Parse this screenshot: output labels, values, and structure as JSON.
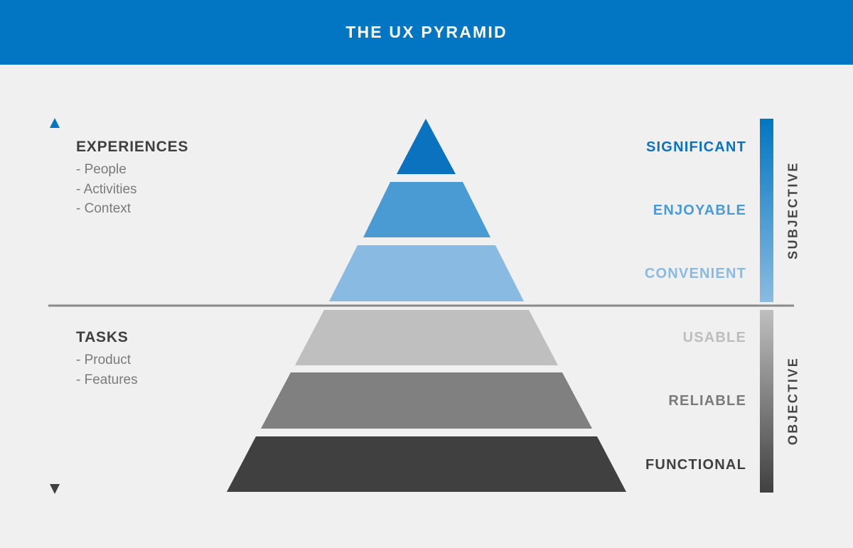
{
  "header": {
    "title": "THE UX PYRAMID"
  },
  "left": {
    "experiences": {
      "title": "EXPERIENCES",
      "items": [
        "People",
        "Activities",
        "Context"
      ]
    },
    "tasks": {
      "title": "TASKS",
      "items": [
        "Product",
        "Features"
      ]
    }
  },
  "levels": [
    {
      "label": "SIGNIFICANT",
      "color": "#0a72be",
      "text_color": "#0a72be"
    },
    {
      "label": "ENJOYABLE",
      "color": "#4a9ad4",
      "text_color": "#4a9ad4"
    },
    {
      "label": "CONVENIENT",
      "color": "#89bbe2",
      "text_color": "#89bbe2"
    },
    {
      "label": "USABLE",
      "color": "#bfbfbf",
      "text_color": "#bdbdbd"
    },
    {
      "label": "RELIABLE",
      "color": "#808080",
      "text_color": "#7a7a7a"
    },
    {
      "label": "FUNCTIONAL",
      "color": "#404040",
      "text_color": "#404040"
    }
  ],
  "axes": {
    "subjective": "SUBJECTIVE",
    "objective": "OBJECTIVE"
  },
  "colors": {
    "brand_blue": "#0276c2",
    "light_blue": "#89bbe2",
    "light_gray": "#bfbfbf",
    "dark_gray": "#404040",
    "divider": "#8a8a8a",
    "background": "#f0f0f0"
  }
}
